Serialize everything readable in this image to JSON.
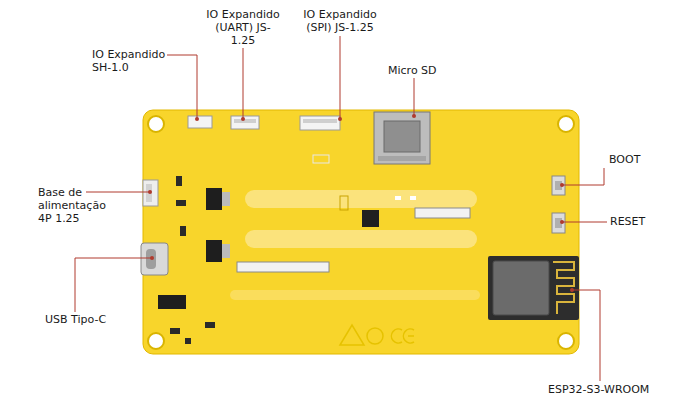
{
  "diagram": {
    "labels": [
      "IO Expandido SH-1.0",
      "IO Expandido (UART) JS-1.25",
      "IO Expandido (SPI) JS-1.25",
      "Micro SD",
      "BOOT",
      "RESET",
      "Base de alimentação 4P 1.25",
      "USB Tipo-C",
      "ESP32-S3-WROOM"
    ]
  }
}
